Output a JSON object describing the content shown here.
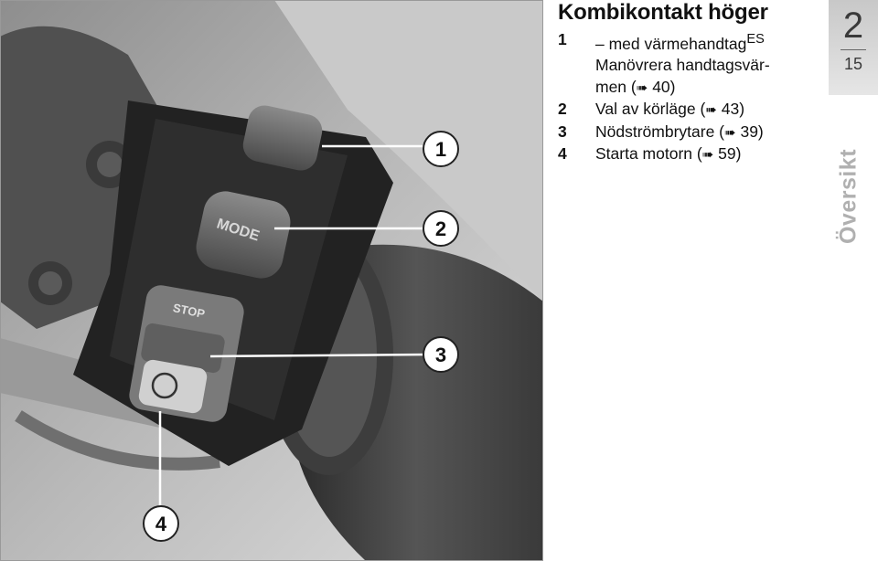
{
  "page": {
    "title": "Kombikontakt höger",
    "chapter": "2",
    "page_number": "15",
    "section": "Översikt"
  },
  "items": [
    {
      "num": "1",
      "lines": [
        "– med värmehandtag",
        "Manövrera handtagsvär-",
        "men (",
        "40)"
      ],
      "sup": "ES",
      "arrow": "➠"
    },
    {
      "num": "2",
      "text": "Val av körläge (",
      "ref": "43)",
      "arrow": "➠"
    },
    {
      "num": "3",
      "text": "Nödströmbrytare (",
      "ref": "39)",
      "arrow": "➠"
    },
    {
      "num": "4",
      "text": "Starta motorn (",
      "ref": "59)",
      "arrow": "➠"
    }
  ],
  "illustration": {
    "callouts": [
      "1",
      "2",
      "3",
      "4"
    ],
    "buttons": {
      "mode": "MODE",
      "stop": "STOP"
    }
  }
}
